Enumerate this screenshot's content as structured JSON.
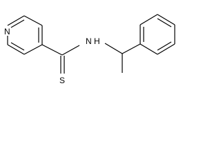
{
  "molecule": {
    "atoms": {
      "nitrogen_ring": "N",
      "nitrogen_amide": "N",
      "hydrogen_amide": "H",
      "sulfur": "S"
    }
  },
  "colors": {
    "bond": "#000000",
    "label": "#000000",
    "background": "#ffffff"
  }
}
